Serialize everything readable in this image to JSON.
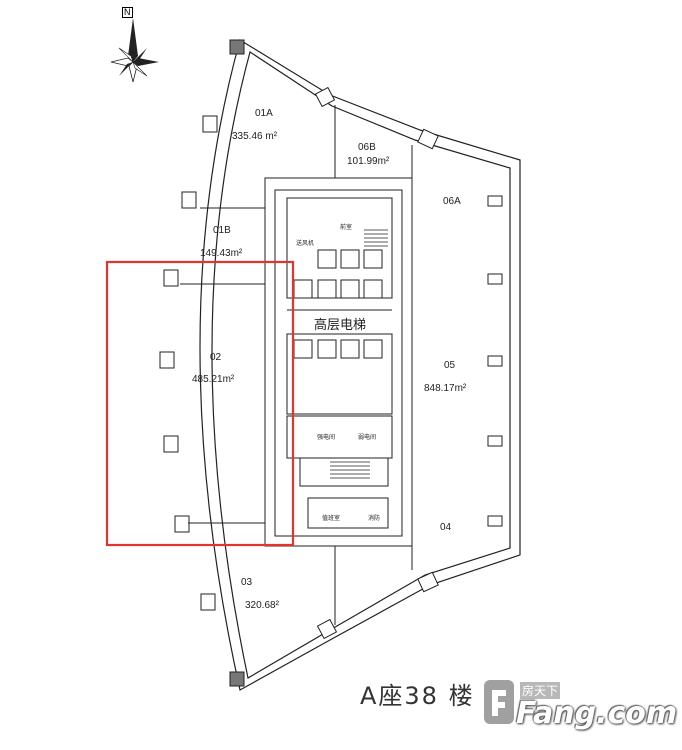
{
  "north": {
    "label": "N"
  },
  "floor_title": "A座38 楼",
  "core": {
    "elevator_label": "高层电梯"
  },
  "units": [
    {
      "id": "01A",
      "area": "335.46 m²"
    },
    {
      "id": "06B",
      "area": "101.99m²"
    },
    {
      "id": "06A",
      "area": ""
    },
    {
      "id": "01B",
      "area": "149.43m²"
    },
    {
      "id": "02",
      "area": "485.21m²"
    },
    {
      "id": "05",
      "area": "848.17m²"
    },
    {
      "id": "04",
      "area": ""
    },
    {
      "id": "03",
      "area": "320.68²"
    }
  ],
  "core_rooms": {
    "front_room": "前室",
    "equipment_room": "送风机",
    "electric_room": "强电间",
    "weak_room": "弱电间",
    "duty_room": "值班室",
    "fire_room": "消防"
  },
  "watermark": {
    "brand": "房天下",
    "domain": "Fang.com"
  },
  "colors": {
    "highlight": "#e3342f",
    "lines": "#222222"
  }
}
